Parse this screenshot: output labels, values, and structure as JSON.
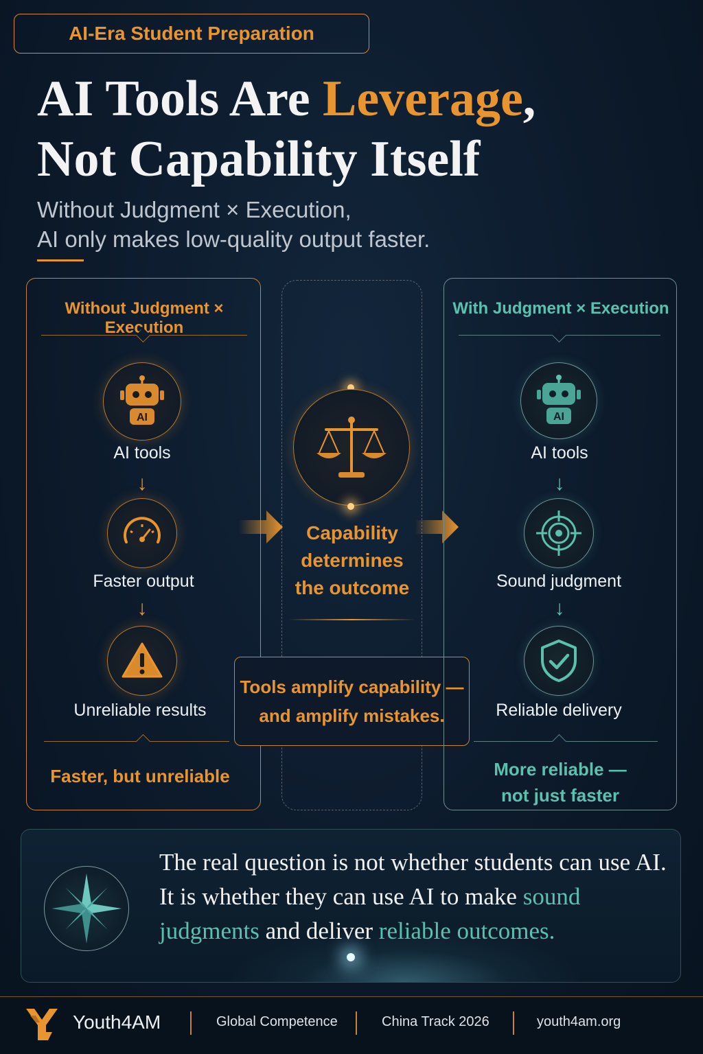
{
  "header": {
    "tag": "AI-Era Student Preparation",
    "title_part1": "AI Tools Are ",
    "title_highlight": "Leverage",
    "title_part2": ",",
    "title_line2": "Not Capability Itself",
    "subtitle_line1": "Without Judgment  ×  Execution,",
    "subtitle_line2": "AI only makes low-quality output faster."
  },
  "left_panel": {
    "heading": "Without Judgment × Execution",
    "steps": [
      {
        "label": "AI tools",
        "icon": "robot-icon"
      },
      {
        "label": "Faster output",
        "icon": "speedometer-icon"
      },
      {
        "label": "Unreliable results",
        "icon": "warning-icon"
      }
    ],
    "robot_badge": "AI",
    "summary": "Faster, but unreliable"
  },
  "middle_panel": {
    "icon": "balance-scale-icon",
    "text_line1": "Capability",
    "text_line2": "determines",
    "text_line3": "the outcome",
    "callout_line1": "Tools amplify capability —",
    "callout_line2": "and amplify mistakes."
  },
  "right_panel": {
    "heading": "With Judgment × Execution",
    "steps": [
      {
        "label": "AI tools",
        "icon": "robot-icon"
      },
      {
        "label": "Sound judgment",
        "icon": "target-icon"
      },
      {
        "label": "Reliable delivery",
        "icon": "shield-check-icon"
      }
    ],
    "robot_badge": "AI",
    "summary_line1": "More reliable —",
    "summary_line2": "not just faster"
  },
  "bottom": {
    "icon": "compass-star-icon",
    "line1": "The real question is not whether students can use AI.",
    "line2a": "It is whether they can use AI to make ",
    "line2b": "sound",
    "line3a": "judgments",
    "line3b": " and deliver ",
    "line3c": "reliable outcomes."
  },
  "footer": {
    "brand": "Youth4AM",
    "item1": "Global Competence",
    "item2": "China Track 2026",
    "item3": "youth4am.org"
  },
  "colors": {
    "accent_orange": "#e8952f",
    "accent_teal": "#5cc0ae",
    "background": "#0b1828"
  }
}
